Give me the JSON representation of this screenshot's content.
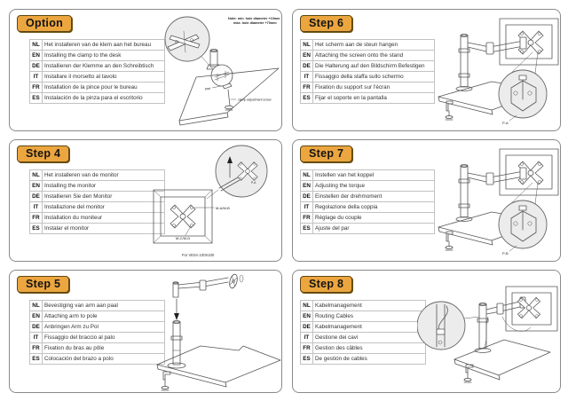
{
  "colors": {
    "badge_fill": "#eca63f",
    "badge_border": "#5f4610",
    "panel_border": "#8a8a8a",
    "line_art": "#555555"
  },
  "panels": {
    "option": {
      "title": "Option",
      "rows": [
        {
          "lang": "NL",
          "text": "Het installeren van de klem aan het bureau"
        },
        {
          "lang": "EN",
          "text": "Installing the clamp to the desk"
        },
        {
          "lang": "DE",
          "text": "Installieren der Klemme an den Schreibtisch"
        },
        {
          "lang": "IT",
          "text": "Installare il morsetto al tavolo"
        },
        {
          "lang": "FR",
          "text": "Installation de la pince pour le bureau"
        },
        {
          "lang": "ES",
          "text": "Instalación de la pinza para el escritorio"
        }
      ],
      "labels": {
        "note1": "Note: min. hole diameter +10mm",
        "note2": "max. hole diameter +70mm",
        "pad": "pad",
        "screw": "clamp adjustment screw"
      }
    },
    "step6": {
      "title": "Step 6",
      "rows": [
        {
          "lang": "NL",
          "text": "Het scherm aan de steun hangen"
        },
        {
          "lang": "EN",
          "text": "Attaching the screen onto the stand"
        },
        {
          "lang": "DE",
          "text": "Die Halterung auf den Bildschirm Befestigen"
        },
        {
          "lang": "IT",
          "text": "Fissaggio della staffa sullo schermo"
        },
        {
          "lang": "FR",
          "text": "Fixation du support sur l'écran"
        },
        {
          "lang": "ES",
          "text": "Fijar el soporte en la pantalla"
        }
      ],
      "labels": {
        "detail": "P-A"
      }
    },
    "step4": {
      "title": "Step 4",
      "rows": [
        {
          "lang": "NL",
          "text": "Het installeren van de monitor"
        },
        {
          "lang": "EN",
          "text": "Installing the monitor"
        },
        {
          "lang": "DE",
          "text": "Installieren Sie den Monitor"
        },
        {
          "lang": "IT",
          "text": "Installazione del monitor"
        },
        {
          "lang": "FR",
          "text": "Installation du moniteur"
        },
        {
          "lang": "ES",
          "text": "Instalar el monitor"
        }
      ],
      "labels": {
        "holes_top": "M-A/M-B",
        "holes_bottom": "M-C/M-D",
        "caption": "For VESA 100X100",
        "detail": "P-A"
      }
    },
    "step7": {
      "title": "Step 7",
      "rows": [
        {
          "lang": "NL",
          "text": "Instellen van het koppel"
        },
        {
          "lang": "EN",
          "text": "Adjusting the torque"
        },
        {
          "lang": "DE",
          "text": "Einstellen der drehmoment"
        },
        {
          "lang": "IT",
          "text": "Regolazione della coppia"
        },
        {
          "lang": "FR",
          "text": "Réglage du couple"
        },
        {
          "lang": "ES",
          "text": "Ajuste del par"
        }
      ],
      "labels": {
        "detail": "P-B"
      }
    },
    "step5": {
      "title": "Step 5",
      "rows": [
        {
          "lang": "NL",
          "text": "Bevestiging van arm aan paal"
        },
        {
          "lang": "EN",
          "text": "Attaching arm to pole"
        },
        {
          "lang": "DE",
          "text": "Anbringen Arm zu Pol"
        },
        {
          "lang": "IT",
          "text": "Fissaggio del braccio al palo"
        },
        {
          "lang": "FR",
          "text": "Fixation du bras au pôle"
        },
        {
          "lang": "ES",
          "text": "Colocación del brazo a polo"
        }
      ]
    },
    "step8": {
      "title": "Step 8",
      "rows": [
        {
          "lang": "NL",
          "text": "Kabelmanagement"
        },
        {
          "lang": "EN",
          "text": "Routing Cables"
        },
        {
          "lang": "DE",
          "text": "Kabelmanagement"
        },
        {
          "lang": "IT",
          "text": "Gestione dei cavi"
        },
        {
          "lang": "FR",
          "text": "Gestion des câbles"
        },
        {
          "lang": "ES",
          "text": "De gestión de cables"
        }
      ]
    }
  }
}
